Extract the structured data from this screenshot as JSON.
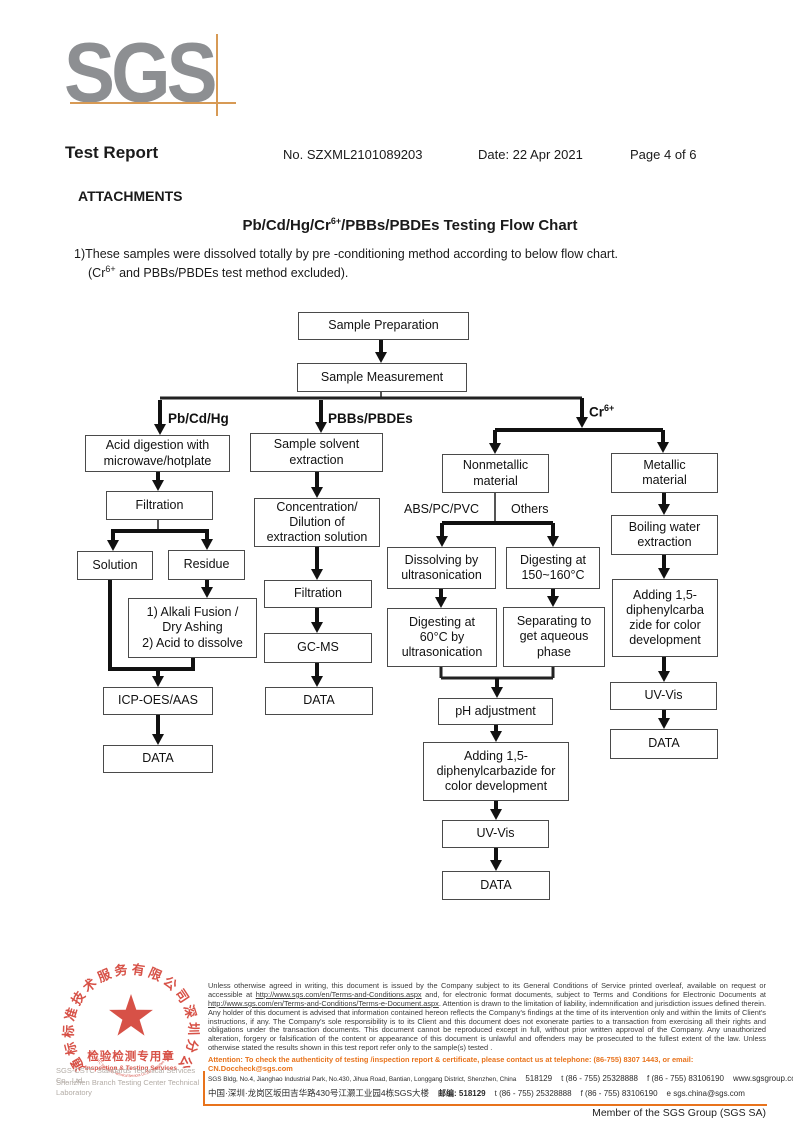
{
  "header": {
    "logo": "SGS",
    "title": "Test Report",
    "report_no": "No. SZXML2101089203",
    "date": "Date: 22 Apr 2021",
    "page": "Page 4 of 6"
  },
  "attachments": {
    "heading": "ATTACHMENTS",
    "title_pre": "Pb/Cd/Hg/Cr",
    "title_sup": "6+",
    "title_post": "/PBBs/PBDEs Testing Flow Chart",
    "note_line1": "1)These samples were dissolved totally by pre -conditioning method according to below flow chart.",
    "note2_pre": "(Cr",
    "note2_sup": "6+",
    "note2_post": " and PBBs/PBDEs  test method excluded)."
  },
  "flowchart": {
    "boxes": [
      {
        "label": "Sample Preparation"
      },
      {
        "label": "Sample Measurement"
      },
      {
        "label": "Acid digestion with\nmicrowave/hotplate"
      },
      {
        "label": "Filtration"
      },
      {
        "label": "Solution"
      },
      {
        "label": "Residue"
      },
      {
        "label": "1) Alkali Fusion /\nDry Ashing\n2) Acid to dissolve"
      },
      {
        "label": "ICP-OES/AAS"
      },
      {
        "label": "DATA"
      },
      {
        "label": "Sample solvent\nextraction"
      },
      {
        "label": "Concentration/\nDilution of\nextraction solution"
      },
      {
        "label": "Filtration"
      },
      {
        "label": "GC-MS"
      },
      {
        "label": "DATA"
      },
      {
        "label": "Nonmetallic\nmaterial"
      },
      {
        "label": "Metallic\nmaterial"
      },
      {
        "label": "Dissolving by\nultrasonication"
      },
      {
        "label": "Digesting at\n150~160°C"
      },
      {
        "label": "Digesting at\n60°C by\nultrasonication"
      },
      {
        "label": "Separating to\nget aqueous\nphase"
      },
      {
        "label": "Boiling water\nextraction"
      },
      {
        "label": "Adding 1,5-\ndiphenylcarba\nzide for color\ndevelopment"
      },
      {
        "label": "UV-Vis"
      },
      {
        "label": "DATA"
      },
      {
        "label": "pH adjustment"
      },
      {
        "label": "Adding 1,5-\ndiphenylcarbazide for\ncolor development"
      },
      {
        "label": "UV-Vis"
      },
      {
        "label": "DATA"
      }
    ],
    "labels": {
      "pb": "Pb/Cd/Hg",
      "pbb": "PBBs/PBDEs",
      "cr_pre": "Cr",
      "cr_sup": "6+",
      "abs": "ABS/PC/PVC",
      "others": "Others"
    }
  },
  "footer": {
    "stamp": {
      "arc_top": "通标标准技术服务有限公司深圳分公司",
      "center_cn": "检验检测专用章",
      "center_en": "Inspection & Testing Services",
      "arc_bottom": "SGS-CSTC Standards Technical Services Co.,Ltd. Shenzhen Branch"
    },
    "company_line1": "SGS-CSTC Standards Technical Services Co., Ltd.",
    "company_line2": "Shenzhen Branch Testing Center Technical Laboratory",
    "legal_seg1": "Unless otherwise agreed in writing, this document is issued by the Company subject to its General Conditions of Service printed overleaf, available on request or accessible at ",
    "legal_link1": "http://www.sgs.com/en/Terms-and-Conditions.aspx",
    "legal_seg2": " and, for electronic format documents, subject to Terms and Conditions for Electronic Documents at ",
    "legal_link2": "http://www.sgs.com/en/Terms-and-Conditions/Terms-e-Document.aspx",
    "legal_seg3": ". Attention is drawn to the limitation of liability, indemnification and jurisdiction issues defined therein. Any holder of this document is advised that information contained hereon reflects the Company's findings at the time of its intervention only and within the limits of Client's instructions, if any. The Company's sole responsibility is to its Client and this document does not exonerate parties to a transaction from exercising all their rights and obligations under the transaction documents. This document cannot be reproduced except in full, without prior written approval of the Company. Any unauthorized alteration, forgery or falsification of the content or appearance of this document is unlawful and offenders may be prosecuted to the fullest extent of the law. Unless otherwise stated the results shown in this test report refer only to the sample(s) tested .",
    "attention": "Attention: To check the authenticity of testing /inspection report & certificate, please contact us at telephone: (86-755) 8307 1443, or email: CN.Doccheck@sgs.com",
    "address_en": "SGS Bldg, No.4, Jianghao Industrial Park, No.430, Jihua Road, Bantian, Longgang District, Shenzhen, China",
    "postal_en": "518129",
    "tel_en": "t (86 - 755) 25328888",
    "fax_en": "f (86 - 755) 83106190",
    "web": "www.sgsgroup.com.cn",
    "address_cn": "中国·深圳·龙岗区坂田吉华路430号江灏工业园4栋SGS大楼",
    "postal_cn": "邮编: 518129",
    "tel_cn": "t (86 - 755) 25328888",
    "fax_cn": "f (86 - 755) 83106190",
    "email": "e  sgs.china@sgs.com",
    "member": "Member of the SGS Group (SGS SA)"
  }
}
